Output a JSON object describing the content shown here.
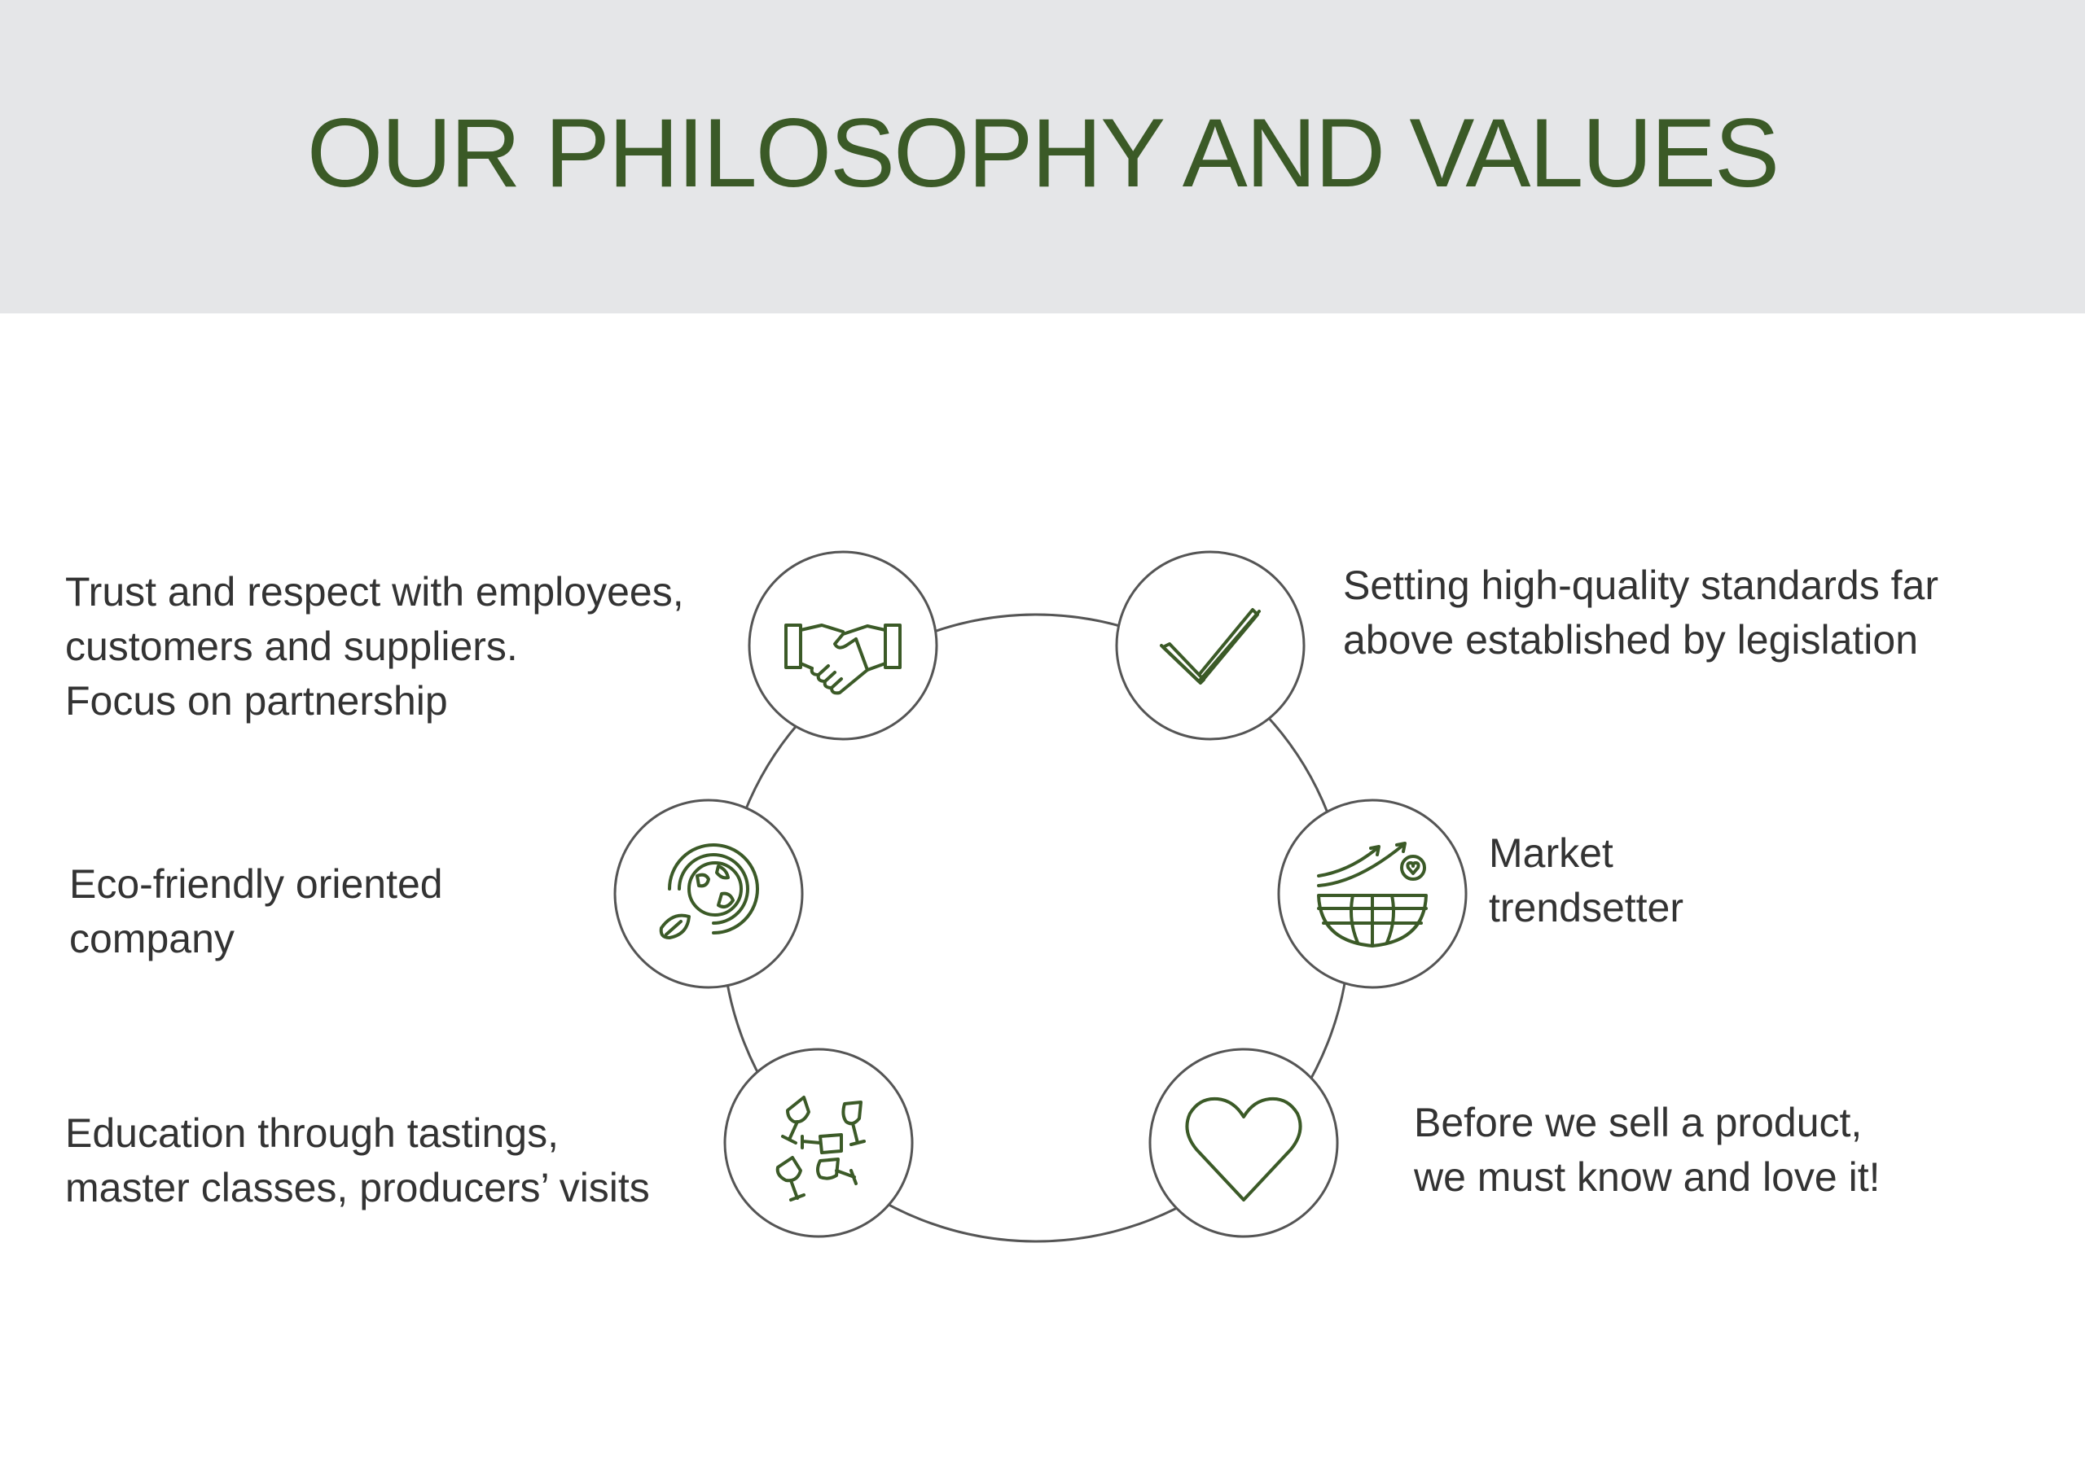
{
  "header": {
    "title": "OUR PHILOSOPHY AND VALUES"
  },
  "colors": {
    "header_bg": "#e5e6e8",
    "title": "#3b5a27",
    "icon_stroke": "#3b5a27",
    "ring": "#555555",
    "text": "#333333"
  },
  "values": [
    {
      "id": "partnership",
      "icon": "handshake-icon",
      "lines": [
        "Trust and respect with employees,",
        "customers and suppliers.",
        "Focus on partnership"
      ]
    },
    {
      "id": "quality",
      "icon": "checkmark-icon",
      "lines": [
        "Setting high-quality standards far",
        "above established by legislation"
      ]
    },
    {
      "id": "eco",
      "icon": "eco-globe-icon",
      "lines": [
        "Eco-friendly oriented",
        "company"
      ]
    },
    {
      "id": "trendsetter",
      "icon": "market-trend-globe-icon",
      "lines": [
        "Market",
        "trendsetter"
      ]
    },
    {
      "id": "education",
      "icon": "wine-glasses-icon",
      "lines": [
        "Education through tastings,",
        "master classes, producers’ visits"
      ]
    },
    {
      "id": "love",
      "icon": "heart-icon",
      "lines": [
        "Before we sell a product,",
        "we must know and love it!"
      ]
    }
  ]
}
